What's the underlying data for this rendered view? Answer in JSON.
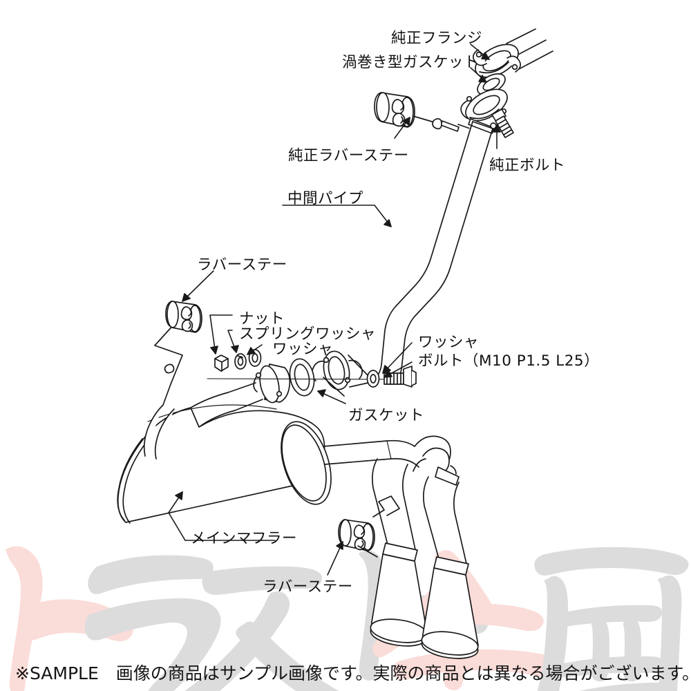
{
  "document": {
    "type": "exhaust-system-parts-diagram",
    "disclaimer": "※SAMPLE　画像の商品はサンプル画像です。実際の商品とは異なる場合がございます。"
  },
  "watermark": {
    "text": "トラスト企画",
    "characters": [
      {
        "char": "ト",
        "color": "#fadcd8"
      },
      {
        "char": "ラ",
        "color": "#dcdcdc"
      },
      {
        "char": "ス",
        "color": "#dcdcdc"
      },
      {
        "char": "ト",
        "color": "#dcdcdc"
      },
      {
        "char": "企",
        "color": "#fadcd8"
      },
      {
        "char": "画",
        "color": "#dcdcdc"
      }
    ],
    "pink": "#fadcd8",
    "gray": "#dcdcdc"
  },
  "labels": [
    {
      "id": "oem-flange",
      "text": "純正フランジ"
    },
    {
      "id": "spiral-gasket",
      "text": "渦巻き型ガスケット"
    },
    {
      "id": "oem-rubber-stay",
      "text": "純正ラバーステー"
    },
    {
      "id": "oem-bolt",
      "text": "純正ボルト"
    },
    {
      "id": "center-pipe",
      "text": "中間パイプ"
    },
    {
      "id": "rubber-stay-left",
      "text": "ラバーステー"
    },
    {
      "id": "nut",
      "text": "ナット"
    },
    {
      "id": "spring-washer",
      "text": "スプリングワッシャ"
    },
    {
      "id": "washer-left",
      "text": "ワッシャ"
    },
    {
      "id": "washer-right",
      "text": "ワッシャ"
    },
    {
      "id": "bolt-spec",
      "text": "ボルト（M10 P1.5 L25）"
    },
    {
      "id": "gasket",
      "text": "ガスケット"
    },
    {
      "id": "main-muffler",
      "text": "メインマフラー"
    },
    {
      "id": "rubber-stay-bottom",
      "text": "ラバーステー"
    }
  ],
  "drawing": {
    "line_color": "#1a1a1a",
    "fill_color": "#ffffff",
    "background": "#ffffff"
  }
}
